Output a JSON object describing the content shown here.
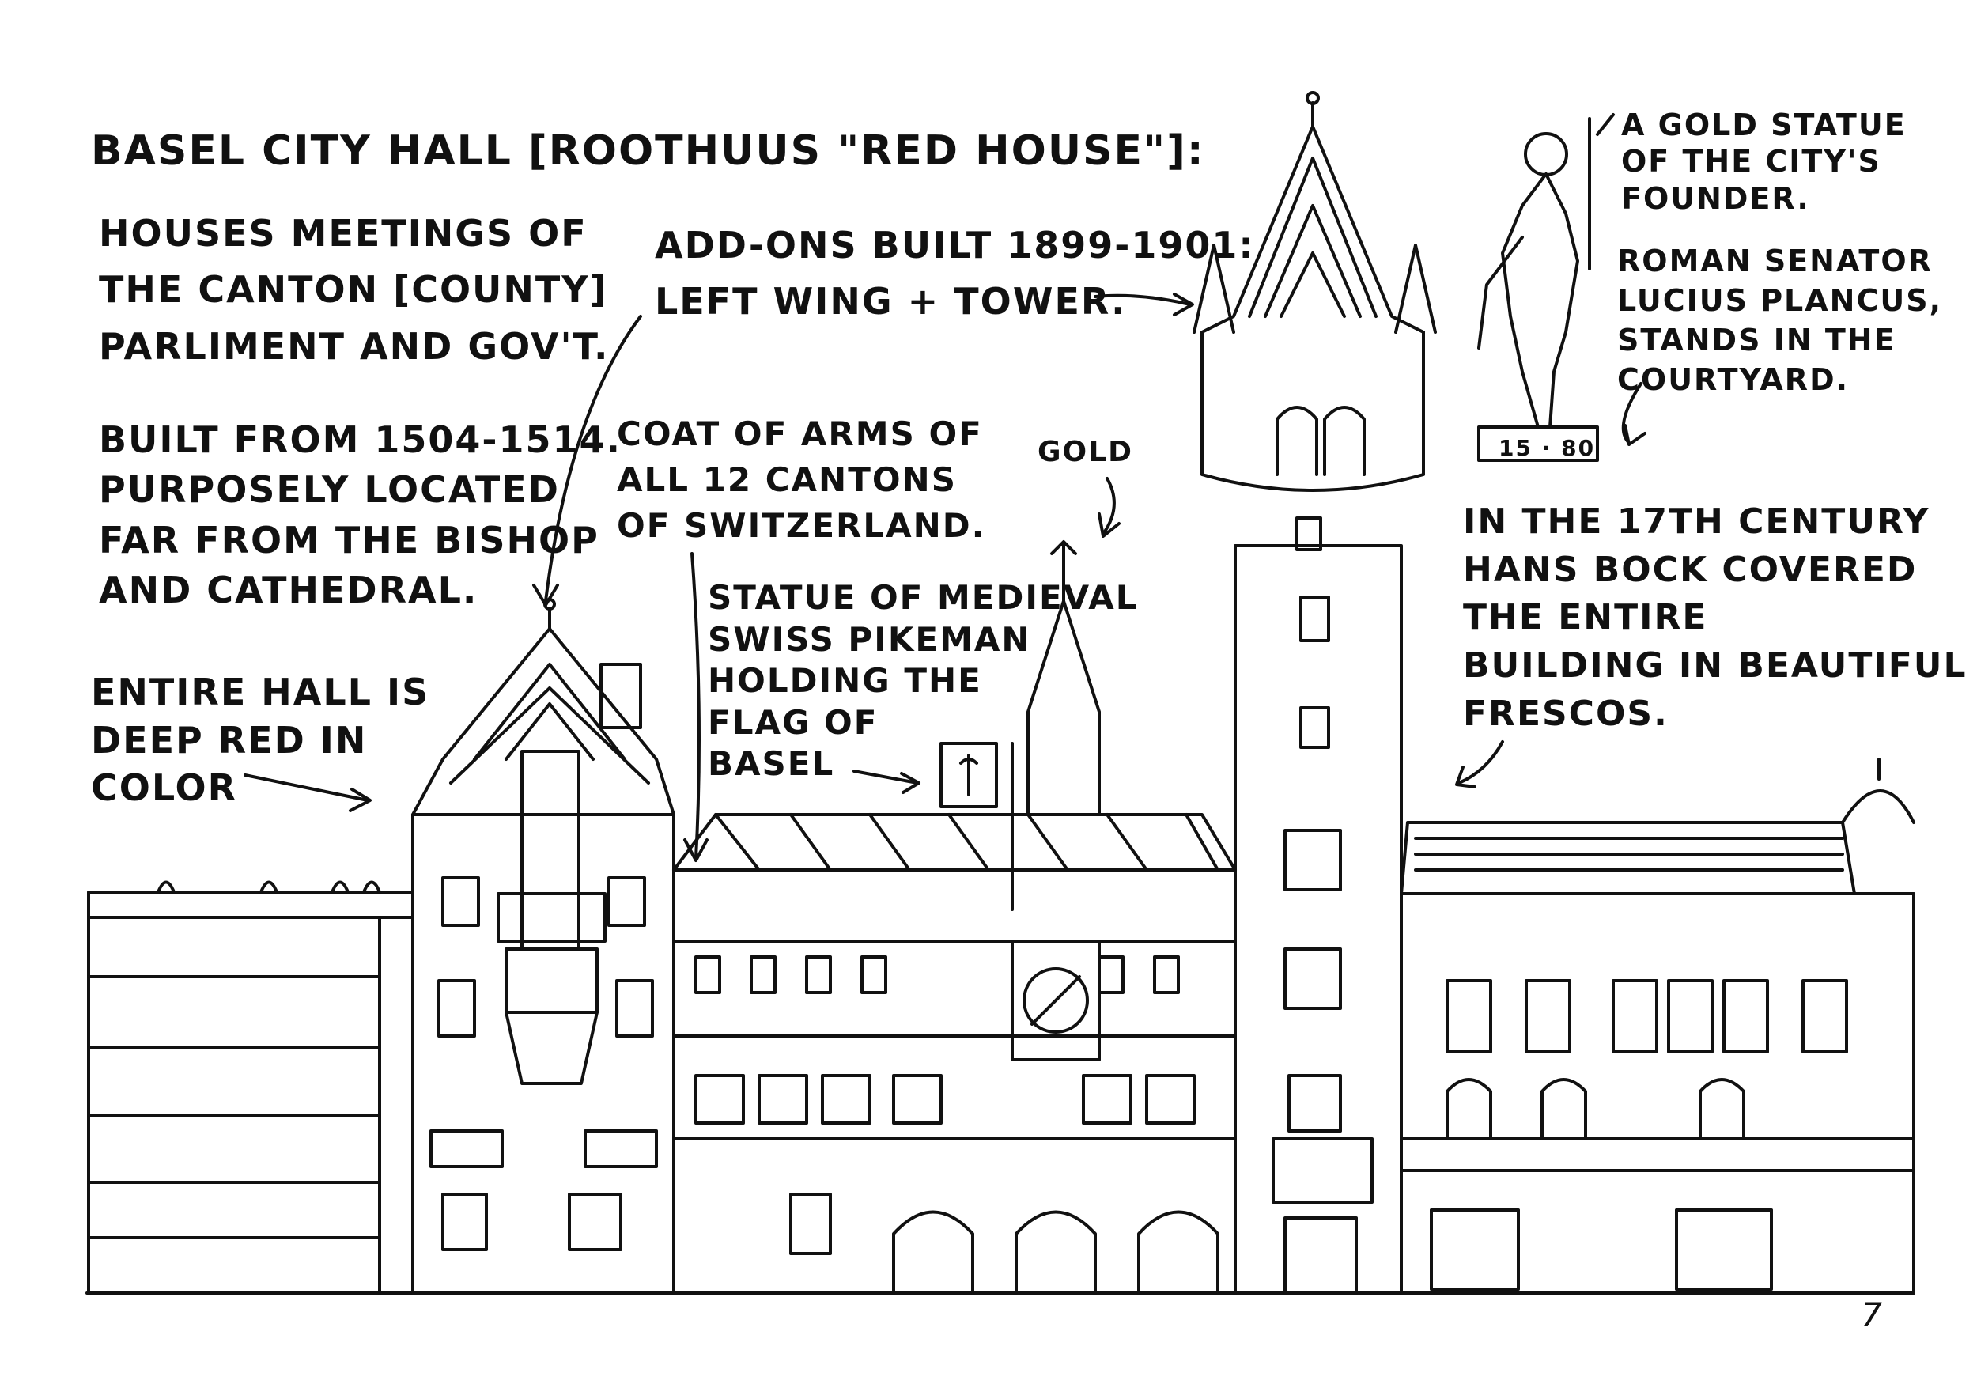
{
  "notes": {
    "title": "BASEL CITY HALL [ROOTHUUS \"RED HOUSE\"]:",
    "houses": [
      "HOUSES MEETINGS OF",
      "THE CANTON [COUNTY]",
      "PARLIMENT AND GOV'T."
    ],
    "built": [
      "BUILT FROM 1504-1514.",
      "PURPOSELY LOCATED",
      "FAR FROM THE BISHOP",
      "AND CATHEDRAL."
    ],
    "entire": [
      "ENTIRE HALL IS",
      "DEEP RED IN",
      "COLOR"
    ],
    "addons": [
      "ADD-ONS BUILT 1899-1901:",
      "LEFT WING + TOWER."
    ],
    "coat": [
      "COAT OF ARMS OF",
      "ALL 12 CANTONS",
      "OF SWITZERLAND."
    ],
    "gold": "GOLD",
    "statue": [
      "STATUE OF MEDIEVAL",
      "SWISS PIKEMAN",
      "HOLDING THE",
      "FLAG OF",
      "BASEL"
    ],
    "goldstatue": [
      "A GOLD STATUE",
      "OF THE CITY'S",
      "FOUNDER."
    ],
    "founder": [
      "ROMAN SENATOR",
      "LUCIUS PLANCUS,",
      "STANDS IN THE",
      "COURTYARD."
    ],
    "bock": [
      "IN THE 17TH CENTURY",
      "HANS BOCK COVERED",
      "THE ENTIRE",
      "BUILDING IN BEAUTIFUL",
      "FRESCOS."
    ]
  },
  "plinth_year": "15 · 80",
  "page_number": "7",
  "colors": {
    "ink": "#111111",
    "paper": "#ffffff"
  }
}
